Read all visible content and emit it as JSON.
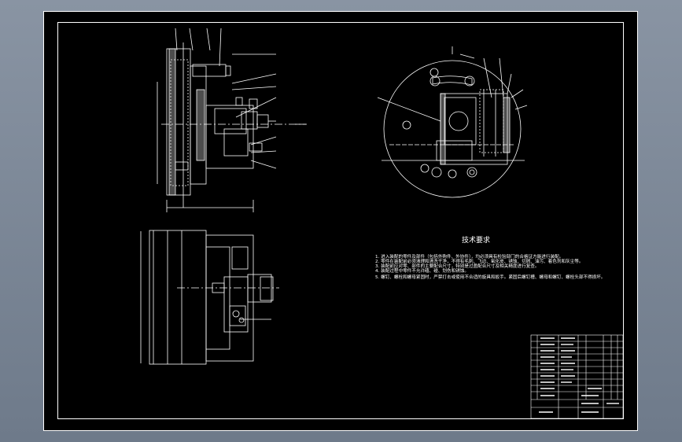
{
  "drawing": {
    "tech_req_title": "技术要求",
    "tech_requirements": [
      "1. 进入装配的零件及部件（包括外购件、外协件），均必须具有检验部门的合格证方能进行装配。",
      "2. 零件在装配前必须清理和清洗干净，不得有毛刺、飞边、氧化皮、锈蚀、切屑、油污、着色剂和灰尘等。",
      "3. 装配前应对零、部件的主要配合尺寸，特别是过盈配合尺寸及相关精度进行复查。",
      "4. 装配过程中零件不允许磕、碰、划伤和锈蚀。",
      "5. 螺钉、螺栓和螺母紧固时，严禁打击或使用不合适的旋具和扳手。紧固后螺钉槽、螺母和螺钉、螺栓头部不得损坏。"
    ],
    "colors": {
      "background": "#000000",
      "lines": "#ffffff",
      "viewport": "#7b8796"
    }
  }
}
